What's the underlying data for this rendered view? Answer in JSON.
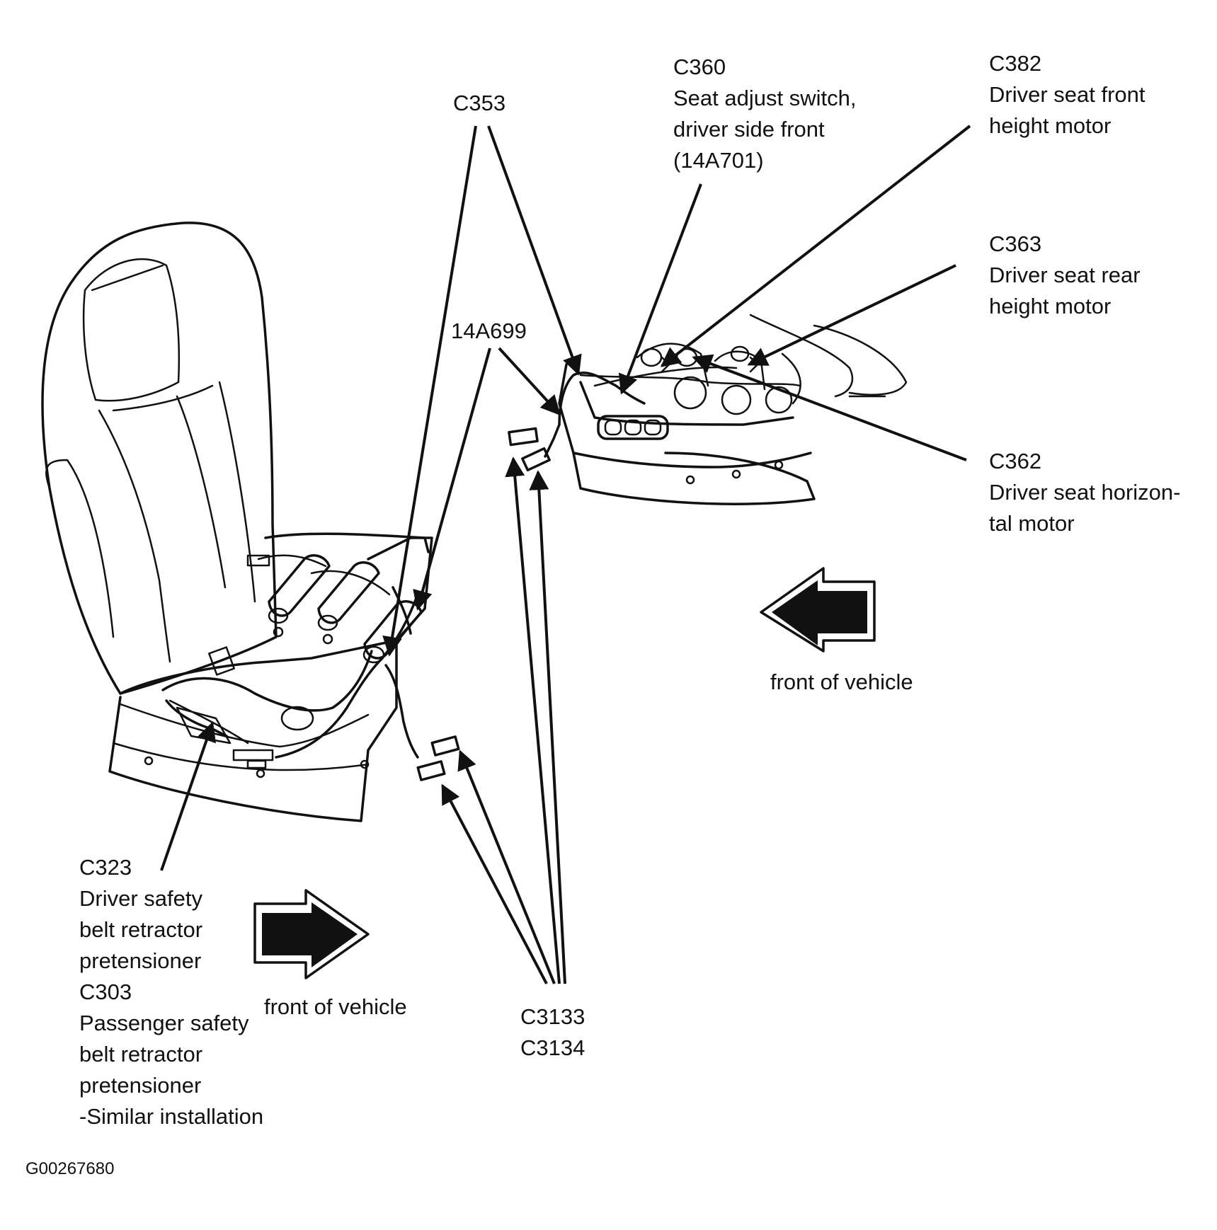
{
  "callouts": {
    "c360": {
      "id": "C360",
      "lines": [
        "Seat adjust switch,",
        "driver side front",
        "(14A701)"
      ]
    },
    "c382": {
      "id": "C382",
      "lines": [
        "Driver seat front",
        "height motor"
      ]
    },
    "c353": {
      "id": "C353"
    },
    "c363": {
      "id": "C363",
      "lines": [
        "Driver seat rear",
        "height motor"
      ]
    },
    "harness": {
      "id": "14A699"
    },
    "c362": {
      "id": "C362",
      "lines": [
        "Driver seat horizon-",
        "tal motor"
      ]
    },
    "c323": {
      "id": "C323",
      "lines": [
        "Driver safety",
        "belt retractor",
        "pretensioner"
      ]
    },
    "c303": {
      "id": "C303",
      "lines": [
        "Passenger safety",
        "belt retractor",
        "pretensioner",
        "-Similar installation"
      ]
    },
    "c3133": {
      "ids": [
        "C3133",
        "C3134"
      ]
    }
  },
  "direction_labels": {
    "upper": "front of vehicle",
    "lower": "front of vehicle"
  },
  "figure_id": "G00267680",
  "line_color": "#111111"
}
